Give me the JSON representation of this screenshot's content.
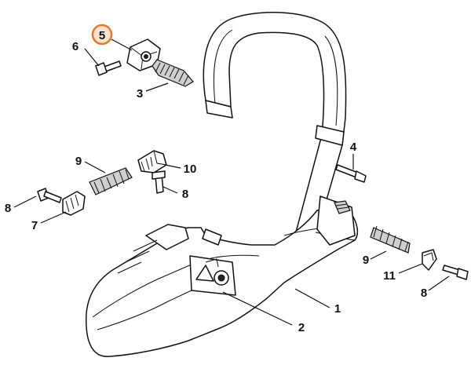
{
  "highlight_color": "#e8762b",
  "callouts": [
    {
      "id": "5",
      "label": "5",
      "highlighted": true
    },
    {
      "id": "6",
      "label": "6"
    },
    {
      "id": "3",
      "label": "3"
    },
    {
      "id": "4",
      "label": "4"
    },
    {
      "id": "9a",
      "label": "9"
    },
    {
      "id": "10",
      "label": "10"
    },
    {
      "id": "8a",
      "label": "8"
    },
    {
      "id": "8b",
      "label": "8"
    },
    {
      "id": "7",
      "label": "7"
    },
    {
      "id": "9b",
      "label": "9"
    },
    {
      "id": "11",
      "label": "11"
    },
    {
      "id": "8c",
      "label": "8"
    },
    {
      "id": "1",
      "label": "1"
    },
    {
      "id": "2",
      "label": "2"
    }
  ]
}
